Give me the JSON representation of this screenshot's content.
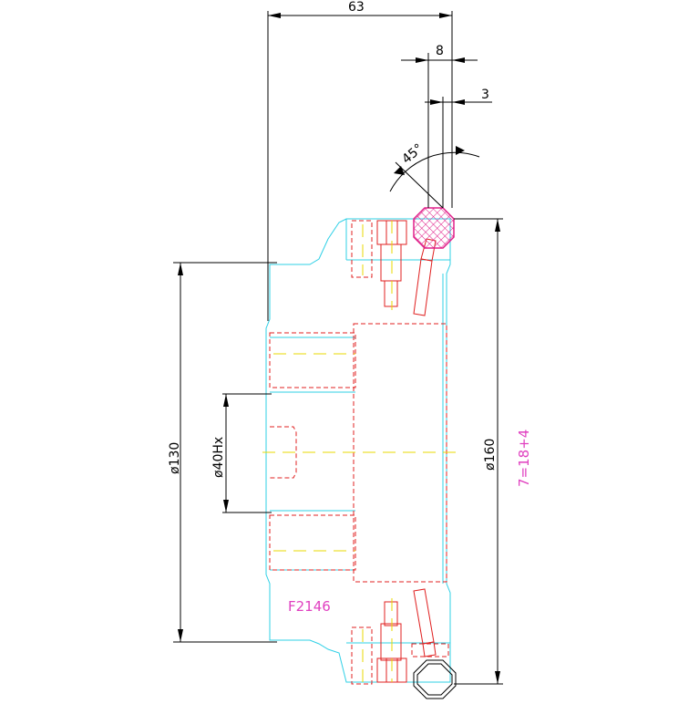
{
  "dimensions": {
    "overall_width": "63",
    "chamfer_width": "8",
    "groove_width": "3",
    "angle": "45°",
    "bore_diameter": "ø40Hx",
    "inner_diameter": "ø130",
    "outer_diameter": "ø160"
  },
  "annotations": {
    "part_code": "F2146",
    "tooth_spec": "7=18+4"
  },
  "colors": {
    "outline": "#2fd0e6",
    "hidden": "#e02020",
    "centerline": "#e8d800",
    "annotation": "#e0208a",
    "dimension": "#000000"
  }
}
